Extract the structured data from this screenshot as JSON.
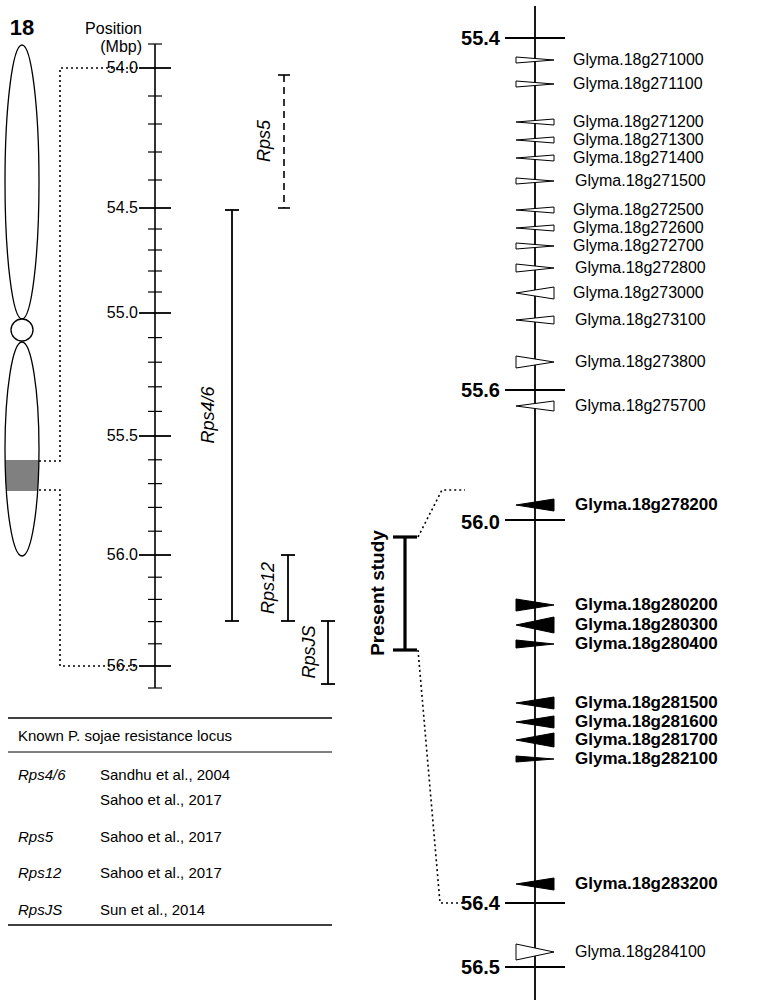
{
  "diagram": {
    "labels": [
      "18",
      "Position (Mbp)",
      "54.0",
      "54.5",
      "55.0",
      "55.5",
      "56.0",
      "56.5",
      "Rps5",
      "Rps4/6",
      "Rps12",
      "RpsJS",
      "Present study",
      "55.4",
      "Glyma.18g271000",
      "Glyma.18g271100",
      "Glyma.18g271200",
      "Glyma.18g271300",
      "Glyma.18g271400",
      "Glyma.18g271500",
      "Glyma.18g272500",
      "Glyma.18g272600",
      "Glyma.18g272700",
      "Glyma.18g272800",
      "Glyma.18g273000",
      "Glyma.18g273100",
      "Glyma.18g273800",
      "55.6",
      "Glyma.18g275700",
      "Glyma.18g278200",
      "56.0",
      "Glyma.18g280200",
      "Glyma.18g280300",
      "Glyma.18g280400",
      "Glyma.18g281500",
      "Glyma.18g281600",
      "Glyma.18g281700",
      "Glyma.18g282100",
      "Glyma.18g283200",
      "56.4",
      "Glyma.18g284100",
      "56.5",
      "Known P. sojae resistance locus",
      "Rps4/6",
      "Sandhu et al., 2004",
      "Sahoo et al., 2017",
      "Rps5",
      "Sahoo et al., 2017",
      "Rps12",
      "Sahoo et al., 2017",
      "RpsJS",
      "Sun et al., 2014"
    ]
  }
}
